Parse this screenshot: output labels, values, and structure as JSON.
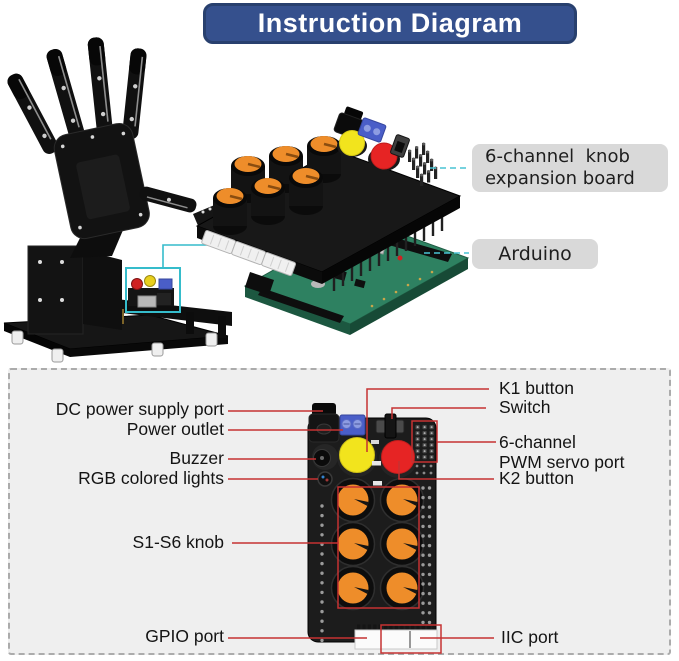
{
  "header": {
    "title": "Instruction Diagram",
    "bg_color": "#35508d"
  },
  "top_labels": {
    "expansion_line1": "6-channel  knob",
    "expansion_line2": "expansion board",
    "arduino": "Arduino",
    "label_bg": "#d9d9d9",
    "connector_line_color": "#49c4d3"
  },
  "callouts": {
    "dc_power": "DC power supply port",
    "power_outlet": "Power outlet",
    "buzzer": "Buzzer",
    "rgb_lights": "RGB colored lights",
    "knobs": "S1-S6 knob",
    "gpio": "GPIO port",
    "k1": "K1 button",
    "switch": "Switch",
    "servo_line1": "6-channel",
    "servo_line2": "PWM servo port",
    "k2": "K2 button",
    "iic": "IIC port",
    "annotation_color": "#c53232"
  },
  "board_colors": {
    "pcb_black": "#1c1c1c",
    "knob_orange": "#ee8d2a",
    "button_yellow": "#f2e41d",
    "button_red": "#e62424",
    "terminal_blue": "#4a5ec8",
    "arduino_green": "#2e8161"
  }
}
